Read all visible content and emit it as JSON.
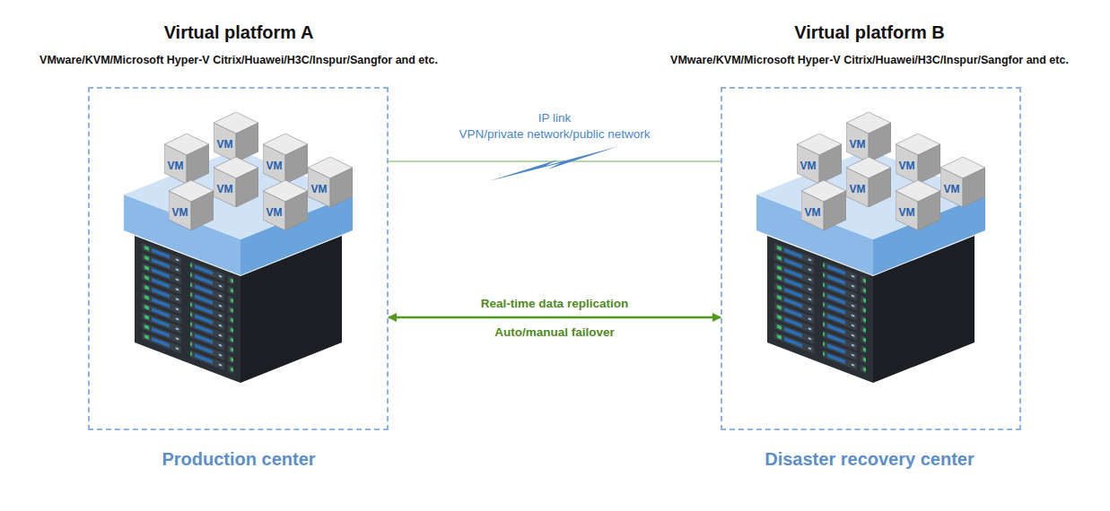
{
  "diagram": {
    "nodes": [
      {
        "text": [
          "Virtual platform A",
          "VMware/KVM/Microsoft Hyper-V Citrix/Huawei/H3C/Inspur/Sangfor and etc.",
          "Production center"
        ]
      },
      {
        "text": [
          "VM"
        ],
        "in": 0
      },
      {
        "text": [
          "VM"
        ],
        "in": 0
      },
      {
        "text": [
          "VM"
        ],
        "in": 0
      },
      {
        "text": [
          "VM"
        ],
        "in": 0
      },
      {
        "text": [
          "VM"
        ],
        "in": 0
      },
      {
        "text": [
          "VM"
        ],
        "in": 0
      },
      {
        "text": [
          "VM"
        ],
        "in": 0
      },
      {
        "text": [
          "Virtual platform B",
          "VMware/KVM/Microsoft Hyper-V Citrix/Huawei/H3C/Inspur/Sangfor and etc.",
          "Disaster recovery center"
        ]
      },
      {
        "text": [
          "VM"
        ],
        "in": 8
      },
      {
        "text": [
          "VM"
        ],
        "in": 8
      },
      {
        "text": [
          "VM"
        ],
        "in": 8
      },
      {
        "text": [
          "VM"
        ],
        "in": 8
      },
      {
        "text": [
          "VM"
        ],
        "in": 8
      },
      {
        "text": [
          "VM"
        ],
        "in": 8
      },
      {
        "text": [
          "VM"
        ],
        "in": 8
      }
    ],
    "edges": [
      {
        "from": 0,
        "to": 8,
        "arrow": "none",
        "label": "IP link"
      },
      {
        "from": 0,
        "to": 8,
        "arrow": "both",
        "label": "Real-time data replication"
      }
    ],
    "labels": [
      "VPN/private network/public network",
      "Auto/manual failover"
    ]
  }
}
